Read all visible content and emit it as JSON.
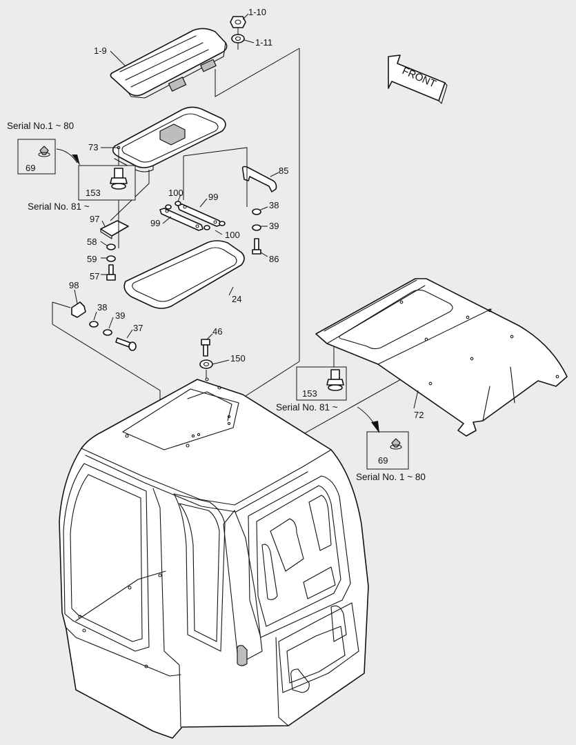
{
  "front_label": "FRONT",
  "serial_notes": {
    "top_left_old": "Serial No.1 ~ 80",
    "top_left_new": "Serial No. 81 ~",
    "right_new": "Serial No. 81 ~",
    "right_old": "Serial No. 1 ~ 80"
  },
  "callouts": {
    "p1_10": "1-10",
    "p1_11": "1-11",
    "p1_9": "1-9",
    "p73": "73",
    "p69_left": "69",
    "p153_left": "153",
    "p85": "85",
    "p100_top": "100",
    "p99_top": "99",
    "p99_left": "99",
    "p100_bottom": "100",
    "p38_right": "38",
    "p39_right": "39",
    "p86": "86",
    "p97": "97",
    "p58": "58",
    "p59": "59",
    "p57": "57",
    "p24": "24",
    "p98": "98",
    "p38_left": "38",
    "p39_left": "39",
    "p37": "37",
    "p46": "46",
    "p150": "150",
    "p153_right": "153",
    "p72": "72",
    "p69_right": "69"
  },
  "colors": {
    "background": "#ececec",
    "line": "#111111",
    "part_fill": "#ffffff"
  }
}
